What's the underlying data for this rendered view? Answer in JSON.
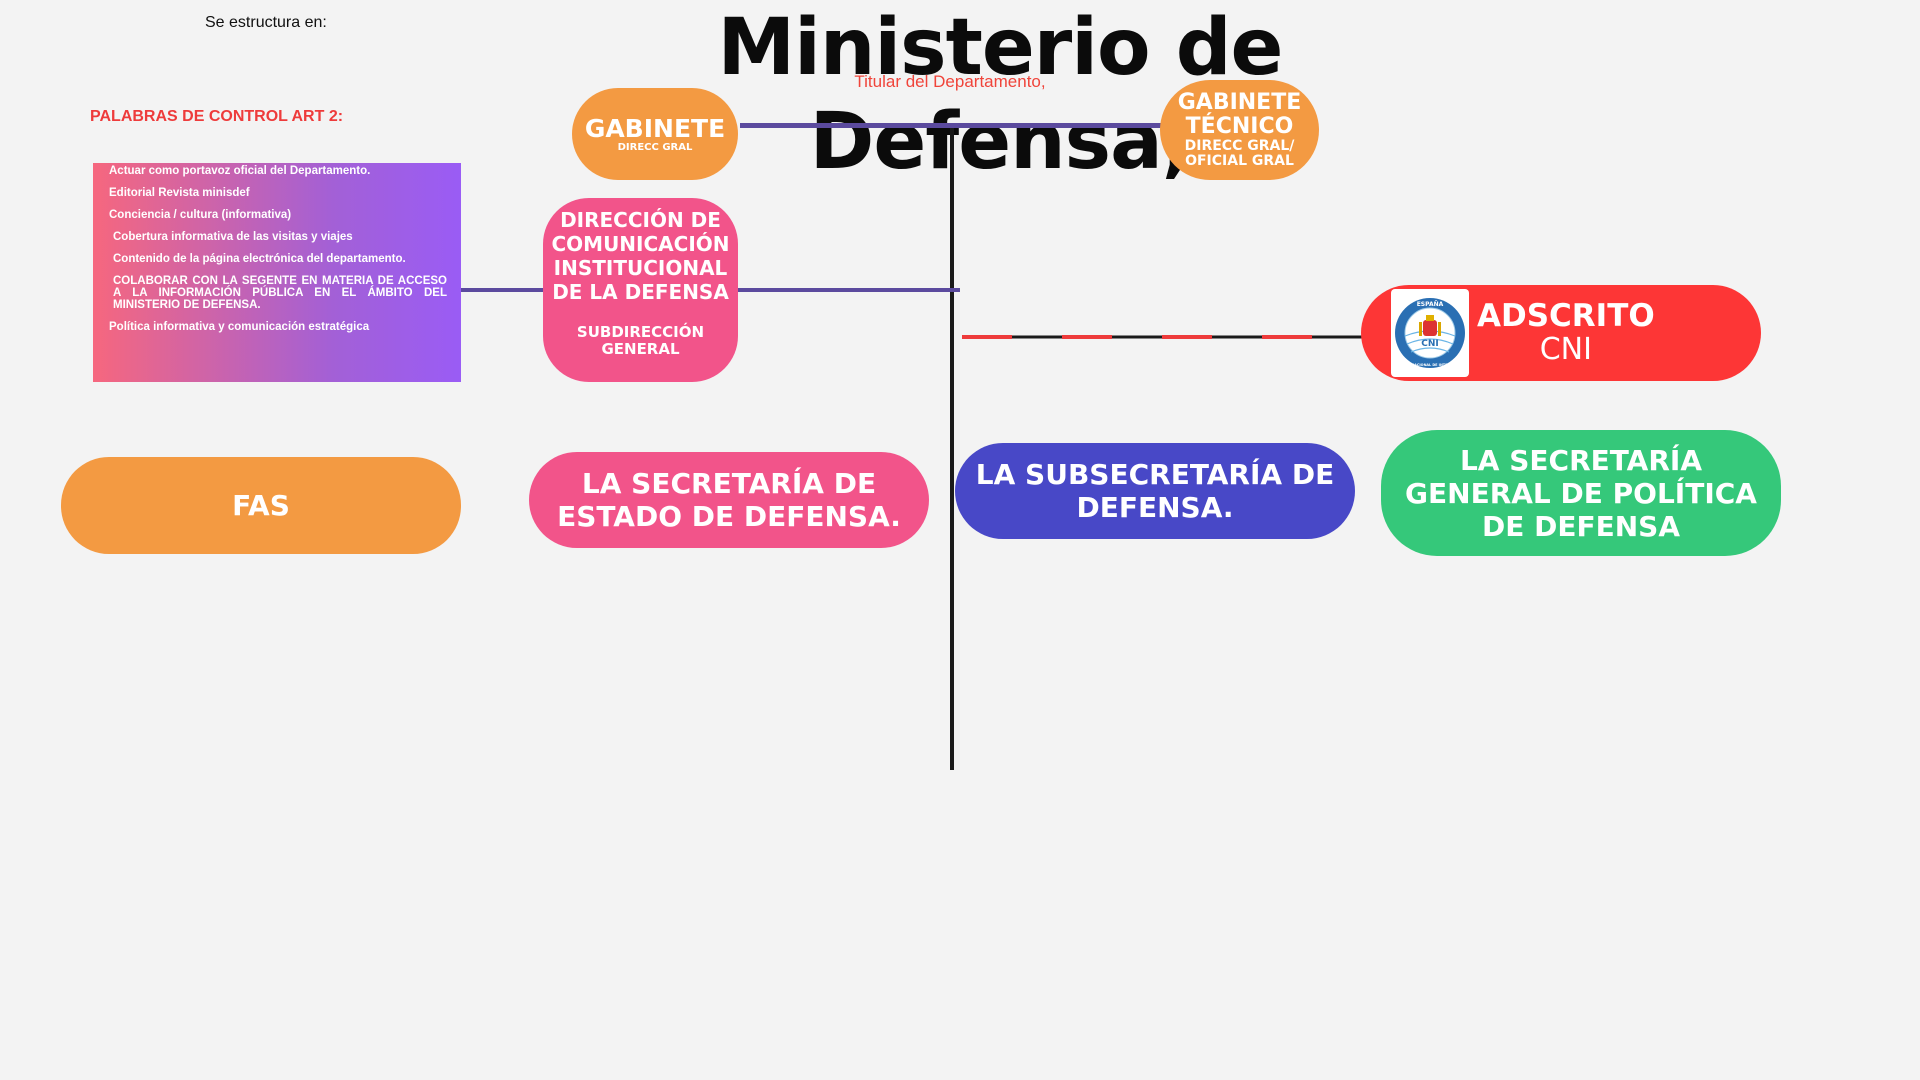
{
  "header": {
    "title": "Ministerio de Defensa,",
    "subtitle": "Titular del Departamento,",
    "estructura": "Se estructura en:",
    "palabras": "PALABRAS DE CONTROL ART 2:"
  },
  "control_list": [
    "Actuar como portavoz oficial del Departamento.",
    "Editorial Revista minisdef",
    "Conciencia / cultura (informativa)",
    "Cobertura informativa de las visitas y viajes",
    "Contenido de la página electrónica del departamento.",
    "COLABORAR CON LA SEGENTE EN MATERIA DE ACCESO A LA INFORMACIÓN PÚBLICA EN EL ÁMBITO DEL MINISTERIO DE DEFENSA.",
    "Política informativa y comunicación estratégica"
  ],
  "nodes": {
    "gabinete": {
      "label": "GABINETE",
      "sub": "DIRECC GRAL"
    },
    "gabinete_tecnico": {
      "label": "GABINETE TÉCNICO",
      "sub": "DIRECC GRAL/ OFICIAL GRAL"
    },
    "direccion": {
      "label": "DIRECCIÓN DE COMUNICACIÓN INSTITUCIONAL DE LA DEFENSA",
      "sub": "SUBDIRECCIÓN GENERAL"
    },
    "adscrito": {
      "label": "ADSCRITO",
      "sub": "CNI"
    },
    "fas": {
      "label": "FAS"
    },
    "sede": {
      "label": "LA SECRETARÍA DE ESTADO DE DEFENSA."
    },
    "subse": {
      "label": "LA SUBSECRETARÍA DE DEFENSA."
    },
    "sgpd": {
      "label": "LA SECRETARÍA GENERAL DE POLÍTICA DE DEFENSA"
    }
  },
  "logo": {
    "text_top": "ESPAÑA",
    "text_center": "CNI",
    "text_ring": "CENTRO NACIONAL DE INTELIGENCIA"
  },
  "colors": {
    "orange": "#f39a42",
    "pink": "#f2548a",
    "purple": "#4848c7",
    "green": "#35c87a",
    "red": "#fd3636",
    "connector": "#5b4a9e"
  }
}
